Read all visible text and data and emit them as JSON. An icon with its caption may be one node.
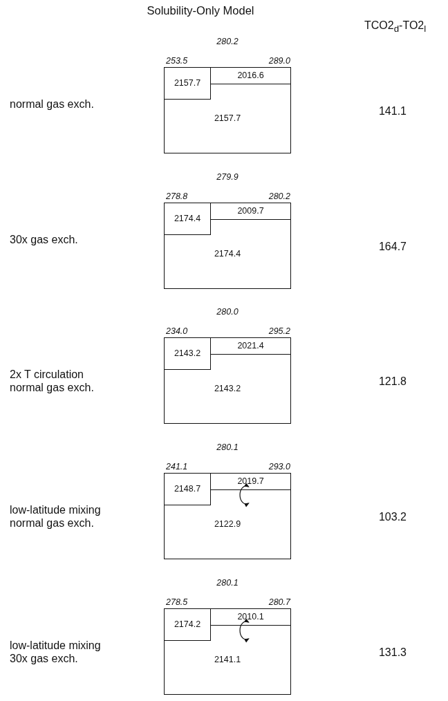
{
  "diagram": {
    "title": "Solubility-Only Model",
    "nodes": [
      {
        "text": [
          "2157.7"
        ]
      },
      {
        "text": [
          "2157.7"
        ],
        "beside": [
          "253.5"
        ]
      },
      {
        "text": [
          "2016.6"
        ],
        "beside": [
          "289.0"
        ]
      },
      {
        "text": [
          "2174.4"
        ]
      },
      {
        "text": [
          "2174.4"
        ],
        "beside": [
          "278.8"
        ]
      },
      {
        "text": [
          "2009.7"
        ],
        "beside": [
          "280.2"
        ]
      },
      {
        "text": [
          "2143.2"
        ]
      },
      {
        "text": [
          "2143.2"
        ],
        "beside": [
          "234.0"
        ]
      },
      {
        "text": [
          "2021.4"
        ],
        "beside": [
          "295.2"
        ]
      },
      {
        "text": [
          "2122.9"
        ]
      },
      {
        "text": [
          "2148.7"
        ],
        "beside": [
          "241.1"
        ]
      },
      {
        "text": [
          "2019.7"
        ],
        "beside": [
          "293.0"
        ]
      },
      {
        "text": [
          "2141.1"
        ]
      },
      {
        "text": [
          "2174.2"
        ],
        "beside": [
          "278.5"
        ]
      },
      {
        "text": [
          "2010.1"
        ],
        "beside": [
          "280.7"
        ]
      }
    ],
    "edges": [
      {
        "from": 11,
        "to": 9,
        "arrow": "both"
      },
      {
        "from": 14,
        "to": 12,
        "arrow": "both"
      }
    ],
    "labels": [
      "TCO2$_{d}$-TO2$_{l}$",
      "280.2",
      "normal gas exch.",
      "141.1",
      "279.9",
      "30x  gas exch.",
      "164.7",
      "280.0",
      "2x T circulation normal gas exch.",
      "121.8",
      "280.1",
      "low-latitude mixing normal gas exch.",
      "103.2",
      "280.1",
      "low-latitude mixing 30x gas exch.",
      "131.3"
    ]
  }
}
